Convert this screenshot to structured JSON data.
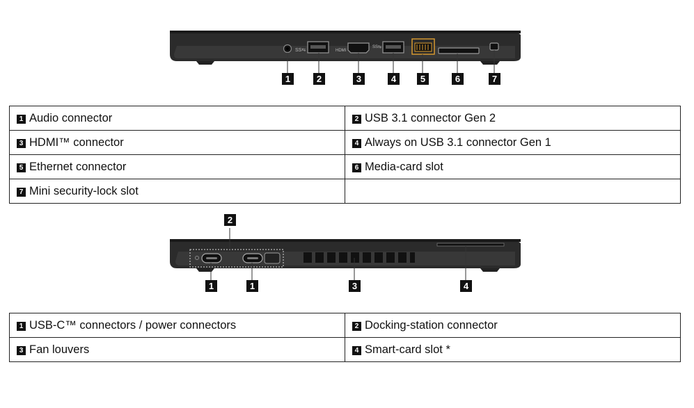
{
  "right_view": {
    "port_labels": {
      "usb_mark": "SS⇆",
      "hdmi_mark": "HDMI",
      "usb_on_mark": "SS⇆"
    },
    "callouts": [
      "1",
      "2",
      "3",
      "4",
      "5",
      "6",
      "7"
    ],
    "legend": [
      {
        "num": "1",
        "label": "Audio connector"
      },
      {
        "num": "2",
        "label": "USB 3.1 connector Gen 2"
      },
      {
        "num": "3",
        "label": "HDMI™ connector"
      },
      {
        "num": "4",
        "label": "Always on USB 3.1 connector Gen 1"
      },
      {
        "num": "5",
        "label": "Ethernet connector"
      },
      {
        "num": "6",
        "label": "Media-card slot"
      },
      {
        "num": "7",
        "label": "Mini security-lock slot"
      }
    ]
  },
  "left_view": {
    "callouts": [
      "2",
      "1",
      "1",
      "3",
      "4"
    ],
    "legend": [
      {
        "num": "1",
        "label": "USB-C™ connectors / power connectors"
      },
      {
        "num": "2",
        "label": "Docking-station connector"
      },
      {
        "num": "3",
        "label": "Fan louvers"
      },
      {
        "num": "4",
        "label": "Smart-card slot *"
      }
    ]
  },
  "colors": {
    "chassis": "#262626",
    "chassis_face": "#3a3a3a",
    "ethernet_accent": "#e0a030"
  }
}
